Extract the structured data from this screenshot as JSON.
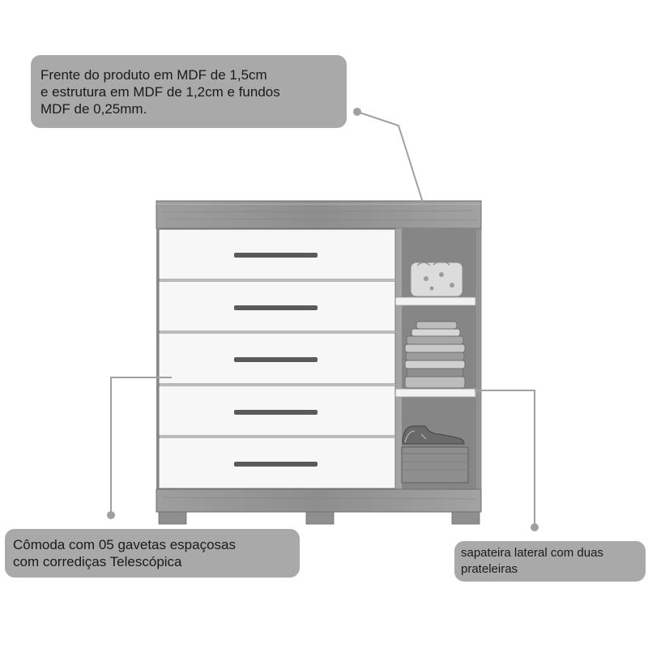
{
  "callouts": {
    "top": {
      "lines": [
        "Frente do produto em MDF de 1,5cm",
        "e estrutura em MDF de 1,2cm e fundos",
        "MDF de 0,25mm."
      ]
    },
    "left": {
      "lines": [
        "Cômoda com 05 gavetas espaçosas",
        "com corrediças Telescópica"
      ]
    },
    "right": {
      "lines": [
        "sapateira lateral com duas",
        "prateleiras"
      ]
    }
  },
  "product": {
    "drawer_count": 5,
    "shelf_count": 2,
    "colors": {
      "wood": "#9a9a9a",
      "wood_dark": "#7c7c7c",
      "drawer_front": "#f7f7f7",
      "handle": "#5a5a5a",
      "callout_bg": "#a9a9a9"
    }
  }
}
